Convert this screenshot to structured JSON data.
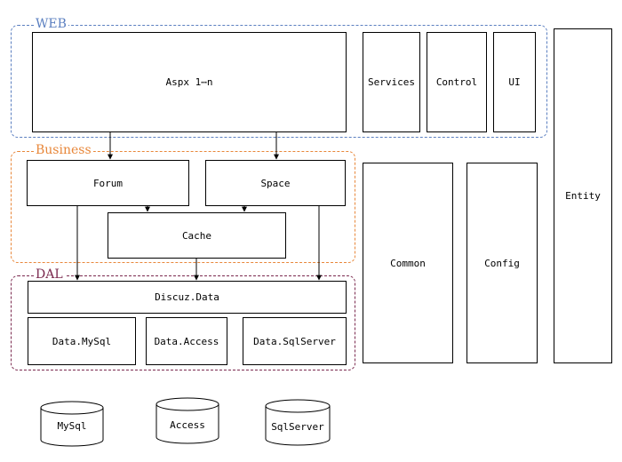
{
  "groups": {
    "web": {
      "label": "WEB",
      "color": "#5b7fc0"
    },
    "business": {
      "label": "Business",
      "color": "#e8873a"
    },
    "dal": {
      "label": "DAL",
      "color": "#7b2a4f"
    }
  },
  "boxes": {
    "aspx": "Aspx 1⋯n",
    "services": "Services",
    "control": "Control",
    "ui": "UI",
    "forum": "Forum",
    "space": "Space",
    "cache": "Cache",
    "discuz_data": "Discuz.Data",
    "data_mysql": "Data.MySql",
    "data_access": "Data.Access",
    "data_sqlserver": "Data.SqlServer",
    "common": "Common",
    "config": "Config",
    "entity": "Entity"
  },
  "databases": {
    "mysql": "MySql",
    "access": "Access",
    "sqlserver": "SqlServer"
  }
}
